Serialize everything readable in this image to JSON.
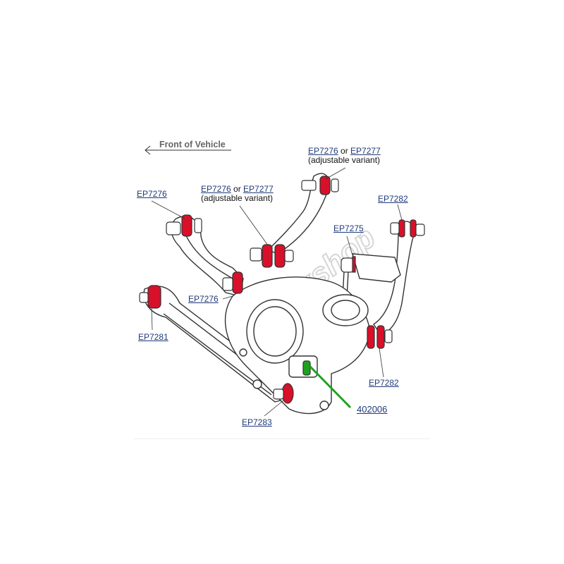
{
  "title": "Rear suspension bushing locations",
  "direction": {
    "label": "Front of Vehicle",
    "arrow": "left-arrow-icon"
  },
  "colors": {
    "bushing": "#d8102a",
    "link": "#1f3a7a",
    "callout_highlight": "#1fa11f",
    "outline": "#333333",
    "watermark": "#d9d9d9"
  },
  "watermark": "powerflex shop",
  "labels": {
    "upper_rear": {
      "part_a": "EP7276",
      "joiner": " or ",
      "part_b": "EP7277",
      "note": "(adjustable variant)"
    },
    "upper_front": {
      "part_a": "EP7276",
      "joiner": " or ",
      "part_b": "EP7277",
      "note": "(adjustable variant)"
    },
    "left_arm_outer": {
      "part": "EP7276"
    },
    "left_arm_inner": {
      "part": "EP7276"
    },
    "toe_link": {
      "part": "EP7275"
    },
    "right_upper": {
      "part": "EP7282"
    },
    "right_lower": {
      "part": "EP7282"
    },
    "trailing_arm": {
      "part": "EP7281"
    },
    "lower_knuckle": {
      "part": "EP7283"
    },
    "hub_bush": {
      "part": "402006"
    }
  }
}
